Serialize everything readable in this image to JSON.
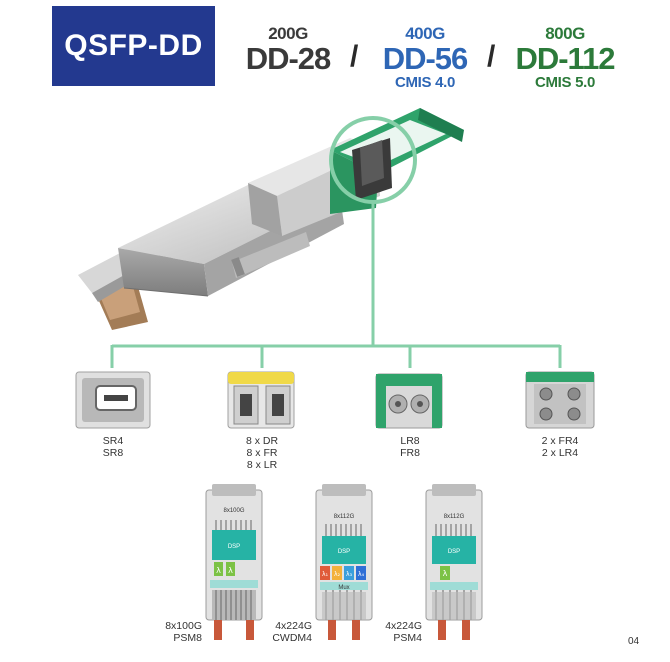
{
  "header": {
    "badge": "QSFP-DD",
    "gen200": {
      "speed": "200G",
      "code": "DD-28"
    },
    "gen400": {
      "speed": "400G",
      "code": "DD-56",
      "cmis": "CMIS 4.0"
    },
    "gen800": {
      "speed": "800G",
      "code": "DD-112",
      "cmis": "CMIS 5.0"
    },
    "separator": "/"
  },
  "connectors": [
    {
      "line1": "SR4",
      "line2": "SR8",
      "line3": ""
    },
    {
      "line1": "8 x DR",
      "line2": "8 x FR",
      "line3": "8 x LR"
    },
    {
      "line1": "LR8",
      "line2": "FR8",
      "line3": ""
    },
    {
      "line1": "2 x FR4",
      "line2": "2 x LR4",
      "line3": ""
    }
  ],
  "modules": [
    {
      "chip": "8x100G",
      "dsp": "DSP",
      "mux": "",
      "lambda": [
        "λ",
        "λ"
      ],
      "line1": "8x100G",
      "line2": "PSM8"
    },
    {
      "chip": "8x112G",
      "dsp": "DSP",
      "mux": "Mux",
      "lambda": [
        "λ₁",
        "λ₂",
        "λ₃",
        "λ₄"
      ],
      "line1": "4x224G",
      "line2": "CWDM4"
    },
    {
      "chip": "8x112G",
      "dsp": "DSP",
      "mux": "",
      "lambda": [
        "λ"
      ],
      "line1": "4x224G",
      "line2": "PSM4"
    }
  ],
  "page_number": "04",
  "colors": {
    "badge": "#23398f",
    "gen400": "#2e66b5",
    "gen800": "#2c7a3a",
    "connector_line": "#86cfa8",
    "pull_tab": "#2fa36b",
    "dsp": "#26b3a5"
  }
}
